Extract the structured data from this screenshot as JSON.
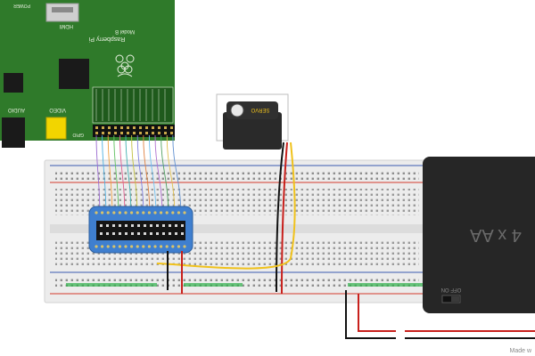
{
  "colors": {
    "pcb": "#2f7a2a",
    "pcb_dark": "#1f5a1c",
    "silk": "#e8f0e0",
    "chip": "#1a1a1a",
    "breadboard": "#ececec",
    "breadboard_edge": "#d2d2d2",
    "rail_red": "#d33a2c",
    "rail_blue": "#3a5ab0",
    "cobbler": "#3f7fcf",
    "battery_pack": "#262626",
    "wire_black": "#111111",
    "wire_red": "#c8201c",
    "wire_yellow": "#f0c21c",
    "video_jack": "#f2d500"
  },
  "raspberry_pi": {
    "board_name": "Raspberry Pi",
    "model": "Model B",
    "power_label": "POWER",
    "hdmi_label": "HDMI",
    "audio_label": "AUDIO",
    "video_label": "VIDEO",
    "gpio_label": "GPIO",
    "logo_icon": "raspberry-logo-icon"
  },
  "servo": {
    "label": "SERVO"
  },
  "battery": {
    "label": "4 x AA",
    "switch_label": "OFF ON"
  },
  "credit": "Made w"
}
